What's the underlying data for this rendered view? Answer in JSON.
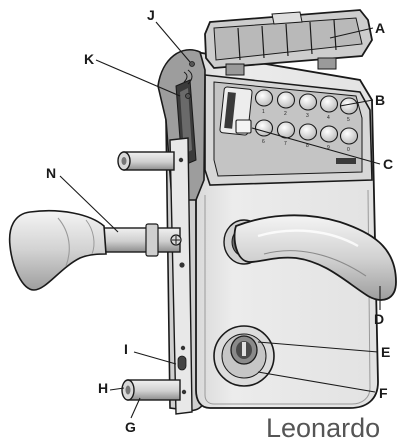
{
  "brand": "Leonardo",
  "callouts": {
    "A": "A",
    "B": "B",
    "C": "C",
    "D": "D",
    "E": "E",
    "F": "F",
    "G": "G",
    "H": "H",
    "I": "I",
    "J": "J",
    "K": "K",
    "N": "N"
  },
  "keypad_numbers": [
    "1",
    "2",
    "3",
    "4",
    "5",
    "6",
    "7",
    "8",
    "9",
    "0"
  ],
  "colors": {
    "line": "#1a1a1a",
    "body": "#e6e6e6",
    "shade": "#bdbdbd",
    "dark": "#6f6f6f"
  }
}
